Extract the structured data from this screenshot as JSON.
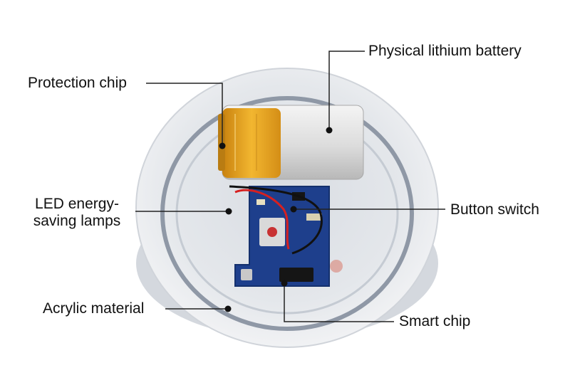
{
  "labels": {
    "battery": "Physical lithium battery",
    "protection_chip": "Protection chip",
    "led_line1": "LED energy-",
    "led_line2": "saving lamps",
    "button_switch": "Button switch",
    "acrylic": "Acrylic material",
    "smart_chip": "Smart chip"
  },
  "colors": {
    "background": "#ffffff",
    "text": "#111111",
    "leader_line": "#222222",
    "acrylic_disc": "#e7e9ec",
    "ring": "#8f98a6",
    "battery_yellow": "#e8a51c",
    "battery_silver": "#e4e4e4",
    "pcb_blue": "#1e3f8c",
    "wire_red": "#d62020"
  }
}
